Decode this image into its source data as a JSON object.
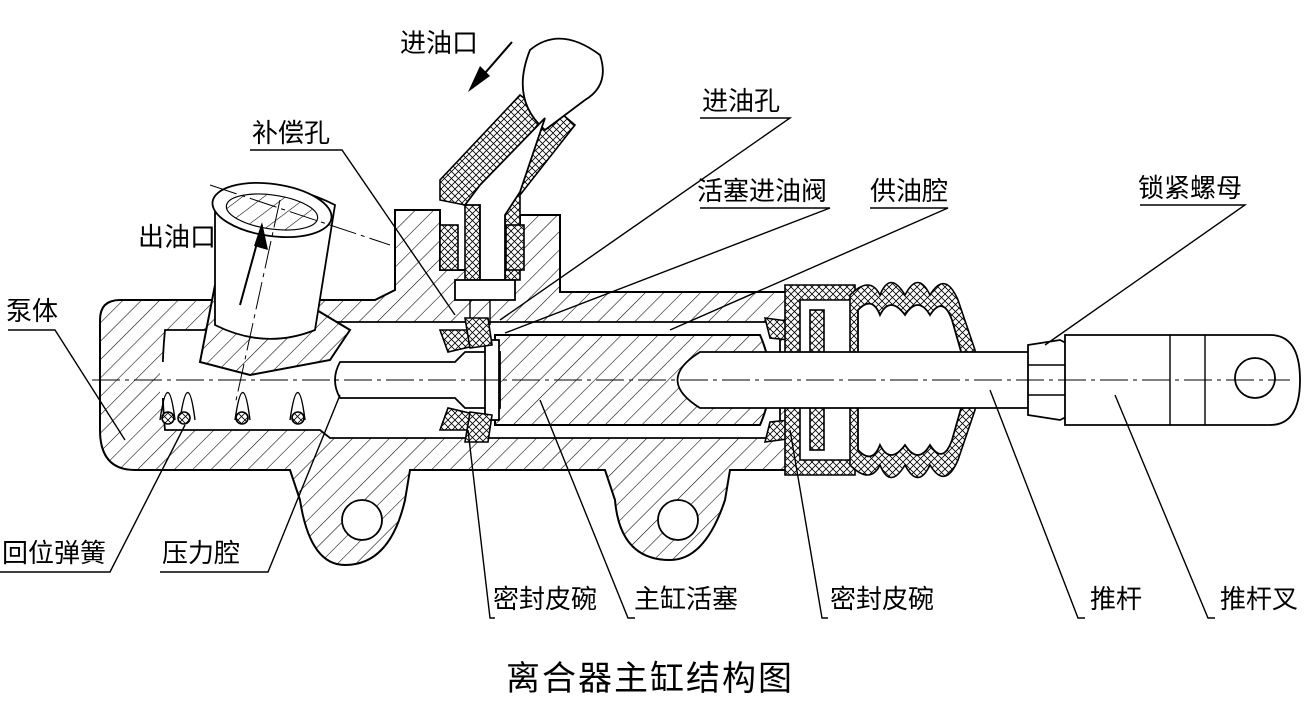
{
  "title": "离合器主缸结构图",
  "labels": {
    "inlet_port": "进油口",
    "compensation_hole": "补偿孔",
    "inlet_hole": "进油孔",
    "piston_inlet_valve": "活塞进油阀",
    "supply_chamber": "供油腔",
    "lock_nut": "锁紧螺母",
    "outlet_port": "出油口",
    "pump_body": "泵体",
    "return_spring": "回位弹簧",
    "pressure_chamber": "压力腔",
    "seal_cup_1": "密封皮碗",
    "master_piston": "主缸活塞",
    "seal_cup_2": "密封皮碗",
    "push_rod": "推杆",
    "push_rod_fork": "推杆叉"
  }
}
